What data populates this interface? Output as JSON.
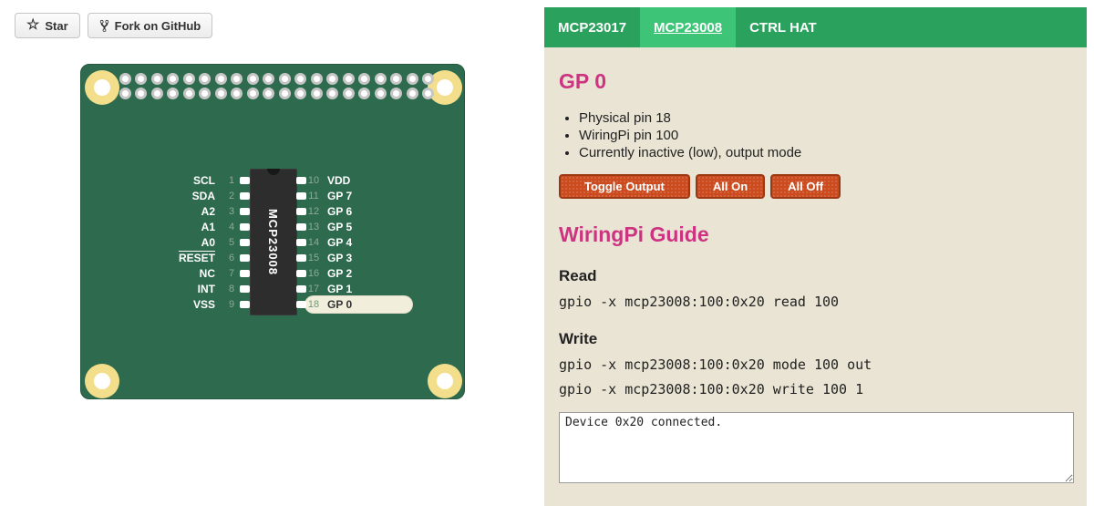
{
  "github": {
    "star_label": "Star",
    "fork_label": "Fork on GitHub"
  },
  "tabs": [
    {
      "label": "MCP23017",
      "active": false
    },
    {
      "label": "MCP23008",
      "active": true
    },
    {
      "label": "CTRL HAT",
      "active": false
    }
  ],
  "board": {
    "chip_label": "MCP23008",
    "left_pins": [
      {
        "num": "1",
        "label": "SCL"
      },
      {
        "num": "2",
        "label": "SDA"
      },
      {
        "num": "3",
        "label": "A2"
      },
      {
        "num": "4",
        "label": "A1"
      },
      {
        "num": "5",
        "label": "A0"
      },
      {
        "num": "6",
        "label": "RESET",
        "overline": true
      },
      {
        "num": "7",
        "label": "NC"
      },
      {
        "num": "8",
        "label": "INT"
      },
      {
        "num": "9",
        "label": "VSS"
      }
    ],
    "right_pins": [
      {
        "num": "10",
        "label": "VDD"
      },
      {
        "num": "11",
        "label": "GP 7"
      },
      {
        "num": "12",
        "label": "GP 6"
      },
      {
        "num": "13",
        "label": "GP 5"
      },
      {
        "num": "14",
        "label": "GP 4"
      },
      {
        "num": "15",
        "label": "GP 3"
      },
      {
        "num": "16",
        "label": "GP 2"
      },
      {
        "num": "17",
        "label": "GP 1"
      },
      {
        "num": "18",
        "label": "GP 0",
        "highlighted": true
      }
    ]
  },
  "pin_detail": {
    "title": "GP 0",
    "bullets": [
      "Physical pin 18",
      "WiringPi pin 100",
      "Currently inactive (low), output mode"
    ],
    "buttons": {
      "toggle": "Toggle Output",
      "all_on": "All On",
      "all_off": "All Off"
    }
  },
  "guide": {
    "title": "WiringPi Guide",
    "read_heading": "Read",
    "read_commands": [
      "gpio -x mcp23008:100:0x20 read 100"
    ],
    "write_heading": "Write",
    "write_commands": [
      "gpio -x mcp23008:100:0x20 mode 100 out",
      "gpio -x mcp23008:100:0x20 write 100 1"
    ]
  },
  "console": {
    "value": "Device 0x20 connected."
  },
  "colors": {
    "accent_pink": "#cc3380",
    "tab_bar_green": "#2ba15e",
    "tab_active_green": "#3dc477",
    "board_green": "#2e6b4e",
    "panel_beige": "#e9e4d3",
    "button_orange": "#cb4a1e",
    "button_border": "#9c3914",
    "mount_hole_gold": "#f3df8b",
    "highlight_cream": "#f2eedc"
  }
}
